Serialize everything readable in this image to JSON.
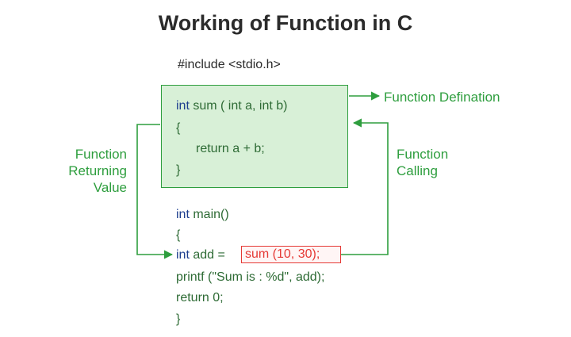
{
  "title": "Working of Function in C",
  "include_line": "#include <stdio.h>",
  "function_definition": {
    "signature_kw": "int",
    "signature_rest": " sum ( int a, int b)",
    "open_brace": "{",
    "body": "return a + b;",
    "close_brace": "}"
  },
  "main_function": {
    "signature_kw": "int",
    "signature_rest": " main()",
    "open_brace": "{",
    "line_kw": "int",
    "line_rest": " add = ",
    "call": "sum (10, 30);",
    "printf_line": "printf (\"Sum is : %d\", add);",
    "return_line": "return 0;",
    "close_brace": "}"
  },
  "labels": {
    "function_definition": "Function Defination",
    "function_calling_line1": "Function",
    "function_calling_line2": "Calling",
    "function_returning_line1": "Function",
    "function_returning_line2": "Returning",
    "function_returning_line3": "Value"
  },
  "colors": {
    "green": "#2e9e3e",
    "box_fill": "#d8f0d7",
    "keyword_blue": "#1e3f8f",
    "call_red": "#e53935",
    "title": "#2b2b2b"
  }
}
